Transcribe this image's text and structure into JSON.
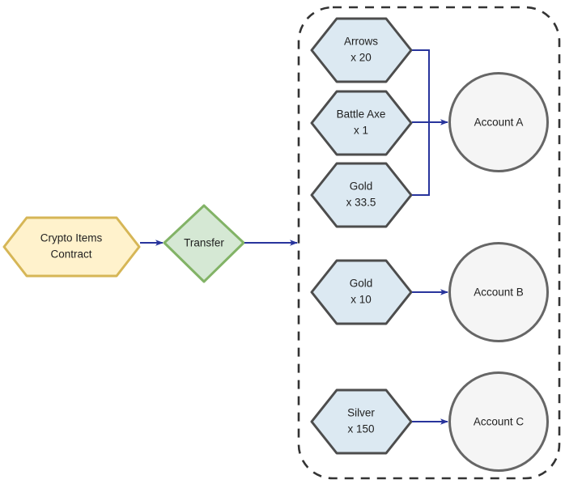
{
  "diagram": {
    "type": "flowchart",
    "title": "Crypto Items Contract Transfer",
    "colors": {
      "hex_item_fill": "#dce9f2",
      "hex_item_stroke": "#4d4d4d",
      "contract_fill": "#fff2cc",
      "contract_stroke": "#d6b656",
      "transfer_fill": "#d5e8d4",
      "transfer_stroke": "#82b366",
      "account_fill": "#f5f5f5",
      "account_stroke": "#666666",
      "edge": "#28349c",
      "container_stroke": "#333333",
      "text": "#1f1f1f"
    },
    "contract": {
      "label_line1": "Crypto Items",
      "label_line2": "Contract"
    },
    "transfer": {
      "label": "Transfer"
    },
    "container": {
      "style": "dashed-rounded-rect"
    },
    "items": [
      {
        "name": "Arrows",
        "qty": "x 20",
        "target": "Account A"
      },
      {
        "name": "Battle Axe",
        "qty": "x 1",
        "target": "Account A"
      },
      {
        "name": "Gold",
        "qty": "x 33.5",
        "target": "Account A"
      },
      {
        "name": "Gold",
        "qty": "x 10",
        "target": "Account B"
      },
      {
        "name": "Silver",
        "qty": "x 150",
        "target": "Account C"
      }
    ],
    "accounts": [
      {
        "label": "Account A"
      },
      {
        "label": "Account B"
      },
      {
        "label": "Account C"
      }
    ]
  }
}
